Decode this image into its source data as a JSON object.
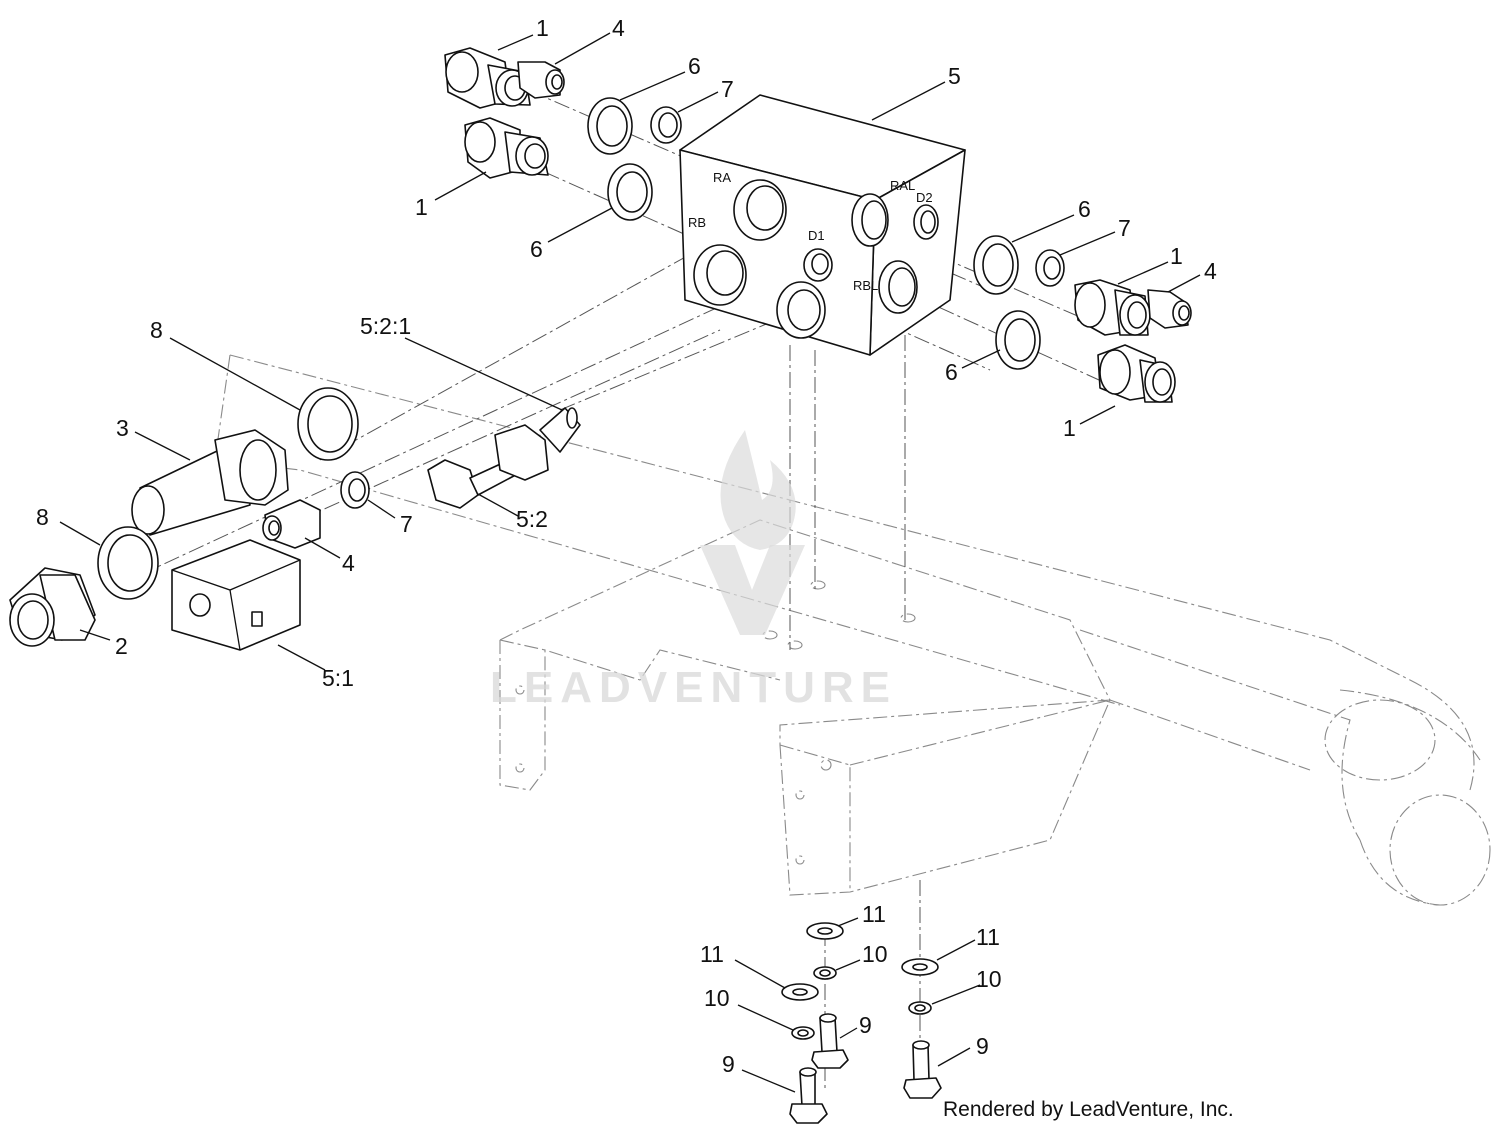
{
  "port_labels": {
    "ra": "RA",
    "rb": "RB",
    "ral": "RAL",
    "rbl": "RBL",
    "d1": "D1",
    "d2": "D2"
  },
  "callouts": {
    "c1": "1",
    "c1b": "1",
    "c1c": "1",
    "c1d": "1",
    "c2": "2",
    "c3": "3",
    "c4": "4",
    "c4b": "4",
    "c4c": "4",
    "c5": "5",
    "c5_1": "5:1",
    "c5_2": "5:2",
    "c5_2_1": "5:2:1",
    "c6": "6",
    "c6b": "6",
    "c6c": "6",
    "c6d": "6",
    "c7": "7",
    "c7b": "7",
    "c7c": "7",
    "c8": "8",
    "c8b": "8",
    "c9": "9",
    "c9b": "9",
    "c9c": "9",
    "c10": "10",
    "c10b": "10",
    "c10c": "10",
    "c11": "11",
    "c11b": "11",
    "c11c": "11"
  },
  "watermark": "LEADVENTURE",
  "credit": "Rendered by LeadVenture, Inc."
}
